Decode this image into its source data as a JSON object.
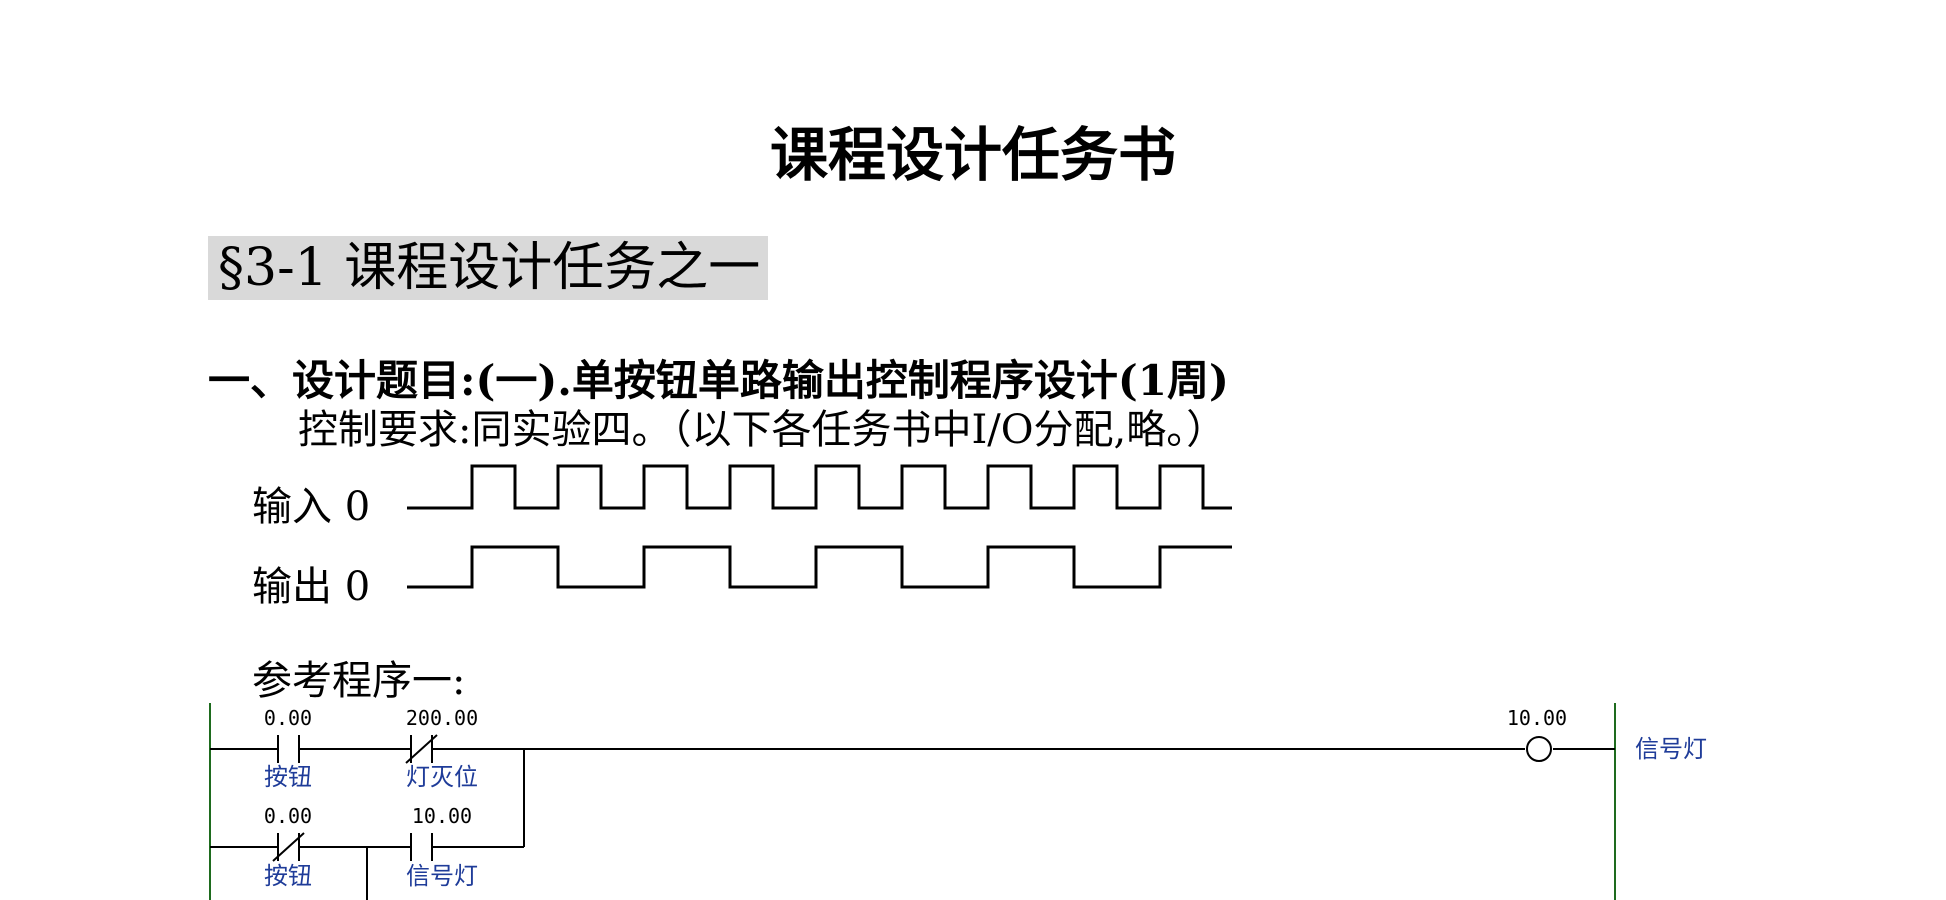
{
  "document": {
    "title": "课程设计任务书",
    "section_heading": "§3-1 课程设计任务之一",
    "topic_heading": "一、设计题目:(一).单按钮单路输出控制程序设计(1周)",
    "requirement": "控制要求:同实验四。（以下各任务书中I/O分配,略。）"
  },
  "timing_diagram": {
    "input_label": "输入 0",
    "output_label": "输出 0"
  },
  "reference_program": {
    "label": "参考程序一:",
    "rungs": [
      {
        "contacts": [
          {
            "address": "0.00",
            "name": "按钮",
            "type": "NO"
          },
          {
            "address": "200.00",
            "name": "灯灭位",
            "type": "NC"
          }
        ],
        "output": {
          "address": "10.00",
          "name": "信号灯"
        }
      },
      {
        "contacts": [
          {
            "address": "0.00",
            "name": "按钮",
            "type": "NC"
          },
          {
            "address": "10.00",
            "name": "信号灯",
            "type": "NO"
          }
        ]
      }
    ]
  }
}
